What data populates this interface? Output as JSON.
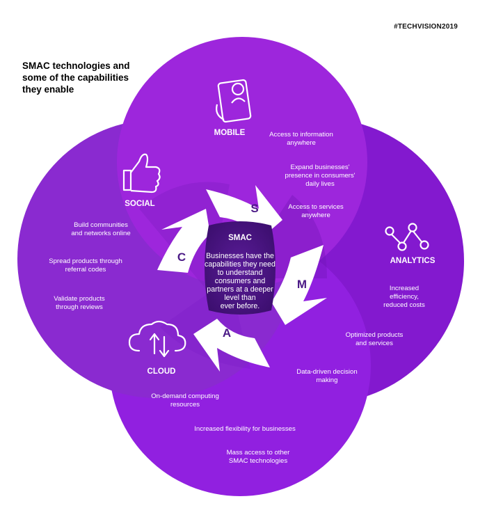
{
  "hashtag": "#TECHVISION2019",
  "title": [
    "SMAC technologies and",
    "some of the capabilities",
    "they enable"
  ],
  "center": {
    "heading": "SMAC",
    "text": [
      "Businesses have the",
      "capabilities they need",
      "to understand",
      "consumers and",
      "partners at a deeper",
      "level than",
      "ever before."
    ]
  },
  "letters": {
    "s": "S",
    "m": "M",
    "a": "A",
    "c": "C"
  },
  "mobile": {
    "label": "MOBILE",
    "icon": "smartphone-user-icon",
    "capabilities": [
      [
        "Access to information",
        "anywhere"
      ],
      [
        "Expand businesses'",
        "presence in consumers'",
        "daily lives"
      ],
      [
        "Access to services",
        "anywhere"
      ]
    ]
  },
  "social": {
    "label": "SOCIAL",
    "icon": "thumbs-up-icon",
    "capabilities": [
      [
        "Build communities",
        "and networks online"
      ],
      [
        "Spread products through",
        "referral codes"
      ],
      [
        "Validate products",
        "through reviews"
      ]
    ]
  },
  "analytics": {
    "label": "ANALYTICS",
    "icon": "graph-nodes-icon",
    "capabilities": [
      [
        "Increased",
        "efficiency,",
        "reduced costs"
      ],
      [
        "Optimized products",
        "and services"
      ],
      [
        "Data-driven decision",
        "making"
      ]
    ]
  },
  "cloud": {
    "label": "CLOUD",
    "icon": "cloud-sync-icon",
    "capabilities": [
      [
        "On-demand computing",
        "resources"
      ],
      [
        "Increased flexibility for businesses"
      ],
      [
        "Mass access to other",
        "SMAC technologies"
      ]
    ]
  },
  "colors": {
    "mobile": "#9d26dc",
    "social": "#8a2ad0",
    "analytics": "#8319cf",
    "cloud": "#9120e0",
    "center": "#4a1482",
    "arrow": "#ffffff"
  }
}
